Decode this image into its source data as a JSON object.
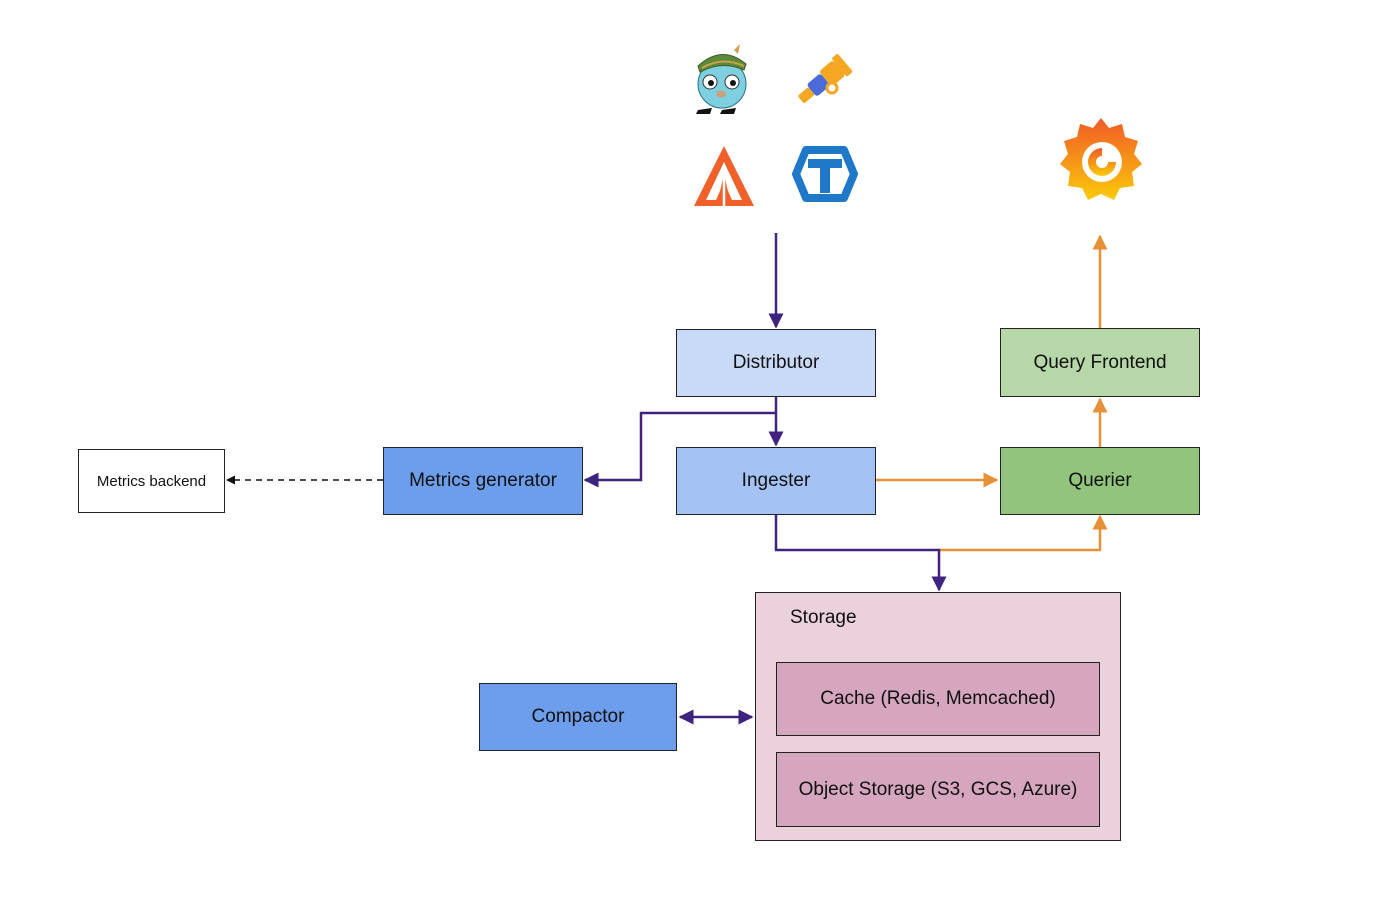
{
  "nodes": {
    "distributor": "Distributor",
    "ingester": "Ingester",
    "metrics_generator": "Metrics generator",
    "metrics_backend": "Metrics backend",
    "querier": "Querier",
    "query_frontend": "Query Frontend",
    "compactor": "Compactor",
    "storage": "Storage",
    "cache": "Cache (Redis, Memcached)",
    "object_storage": "Object Storage (S3, GCS, Azure)"
  },
  "logos": [
    "gopher-icon",
    "telescope-icon",
    "otel-arrow-icon",
    "tempo-t-icon",
    "grafana-icon"
  ],
  "colors": {
    "write_path": "#3f237e",
    "read_path": "#e69138",
    "distributor_fill": "#c9daf8",
    "ingester_fill": "#a4c2f4",
    "metrics_generator_fill": "#6d9eeb",
    "compactor_fill": "#6d9eeb",
    "query_frontend_fill": "#b6d7a8",
    "querier_fill": "#93c47d",
    "storage_fill": "#ead1dc",
    "storage_inner_fill": "#d5a6bd",
    "metrics_backend_fill": "#ffffff"
  }
}
